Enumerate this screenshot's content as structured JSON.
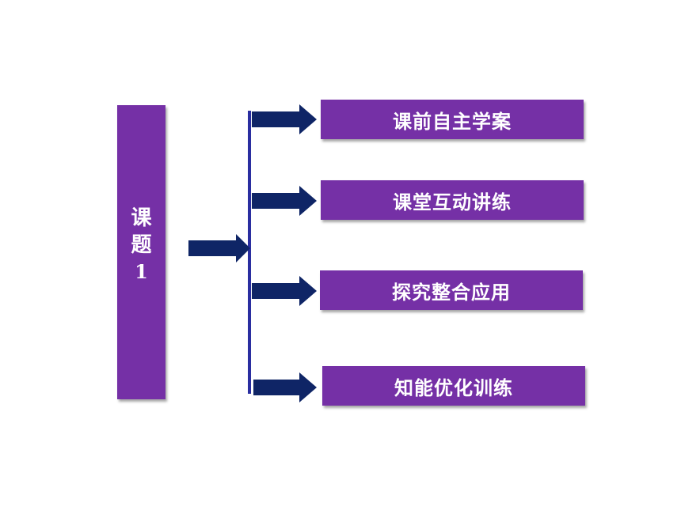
{
  "colors": {
    "box_fill": "#7530a6",
    "arrow": "#0f2566",
    "line": "#2a2ea0"
  },
  "topic": {
    "label": "课题",
    "number": "1"
  },
  "items": [
    {
      "label": "课前自主学案"
    },
    {
      "label": "课堂互动讲练"
    },
    {
      "label": "探究整合应用"
    },
    {
      "label": "知能优化训练"
    }
  ]
}
